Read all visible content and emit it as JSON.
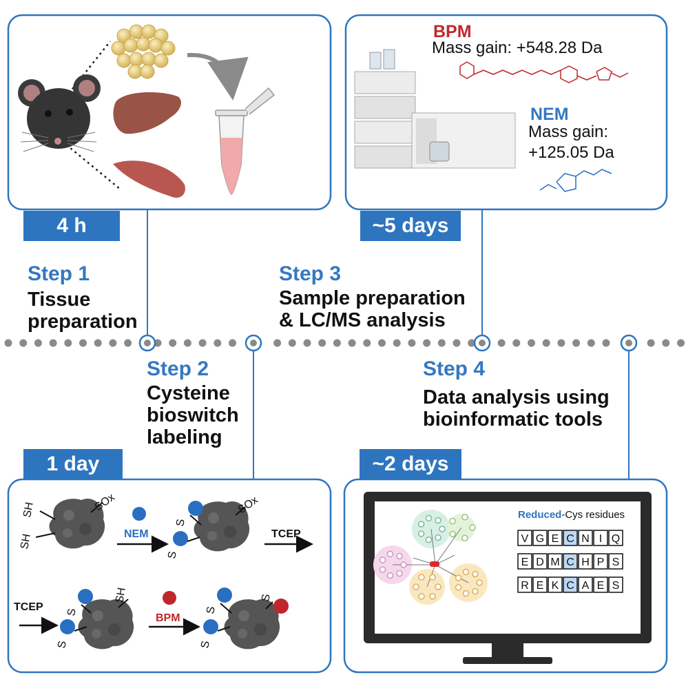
{
  "steps": [
    {
      "title": "Step 1",
      "text_lines": [
        "Tissue",
        "preparation"
      ],
      "duration": "4 h"
    },
    {
      "title": "Step 2",
      "text_lines": [
        "Cysteine",
        "bioswitch",
        "labeling"
      ],
      "duration": "1 day"
    },
    {
      "title": "Step 3",
      "text_lines": [
        "Sample preparation",
        "& LC/MS analysis"
      ],
      "duration": "~5 days"
    },
    {
      "title": "Step 4",
      "text_lines": [
        "Data analysis using",
        "bioinformatic tools"
      ],
      "duration": "~2 days"
    }
  ],
  "ms_panel": {
    "bpm": {
      "name": "BPM",
      "mass": "Mass gain: +548.28 Da"
    },
    "nem": {
      "name": "NEM",
      "mass_line1": "Mass gain:",
      "mass_line2": "+125.05 Da"
    }
  },
  "labeling_panel": {
    "reagent_nem": "NEM",
    "reagent_tcep": "TCEP",
    "reagent_bpm": "BPM",
    "group_sh": "SH",
    "group_sox": "SOx",
    "group_s": "S"
  },
  "analysis_panel": {
    "header_highlight": "Reduced",
    "header_rest": "-Cys residues",
    "sequences": [
      [
        "V",
        "G",
        "E",
        "C",
        "N",
        "I",
        "Q"
      ],
      [
        "E",
        "D",
        "M",
        "C",
        "H",
        "P",
        "S"
      ],
      [
        "R",
        "E",
        "K",
        "C",
        "A",
        "E",
        "S"
      ]
    ],
    "highlight_index": 3
  },
  "colors": {
    "accent_blue": "#2e75bf",
    "step_blue": "#3478c0",
    "bpm_red": "#c0272d",
    "nem_blue": "#2a6ec1",
    "timeline_gray": "#8a8a8a",
    "protein_gray": "#555555"
  },
  "icons": [
    "mouse-icon",
    "adipose-tissue-icon",
    "liver-icon",
    "muscle-icon",
    "microtube-icon",
    "lc-ms-instrument-icon",
    "protein-icon",
    "monitor-icon",
    "network-graph-icon"
  ]
}
